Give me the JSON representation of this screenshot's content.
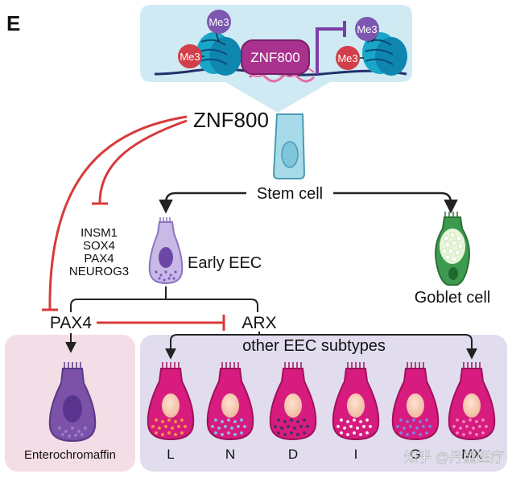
{
  "panel_label": "E",
  "top_panel": {
    "tf_label": "ZNF800",
    "mark_labels": [
      "Me3",
      "Me3",
      "Me3",
      "Me3"
    ]
  },
  "regulator": "ZNF800",
  "stem_cell": "Stem cell",
  "early_eec": "Early EEC",
  "goblet_cell": "Goblet cell",
  "target_genes": [
    "INSM1",
    "SOX4",
    "PAX4",
    "NEUROG3"
  ],
  "pax4": "PAX4",
  "arx": "ARX",
  "other_subtypes": "other EEC subtypes",
  "enterochromaffin": "Enterochromaffin",
  "subtypes": [
    {
      "label": "L",
      "dot_color": "#f2a33a"
    },
    {
      "label": "N",
      "dot_color": "#7fc8f0"
    },
    {
      "label": "D",
      "dot_color": "#3a3560"
    },
    {
      "label": "I",
      "dot_color": "#ffffff"
    },
    {
      "label": "G",
      "dot_color": "#7a86ea"
    },
    {
      "label": "MX",
      "dot_color": "#f48bc0"
    }
  ],
  "watermark": "知乎 @丹望医疗",
  "colors": {
    "inhibition": "#d93a3a",
    "arrow": "#222222",
    "top_panel_bg": "#cfeaf3",
    "ec_region_bg": "#f3dde6",
    "eec_region_bg": "#e2dcef",
    "eec_cell": "#d81b7e",
    "ec_cell": "#7b52a8",
    "goblet_cell": "#3c9a4e",
    "stem_cell": "#9ed4e4"
  }
}
